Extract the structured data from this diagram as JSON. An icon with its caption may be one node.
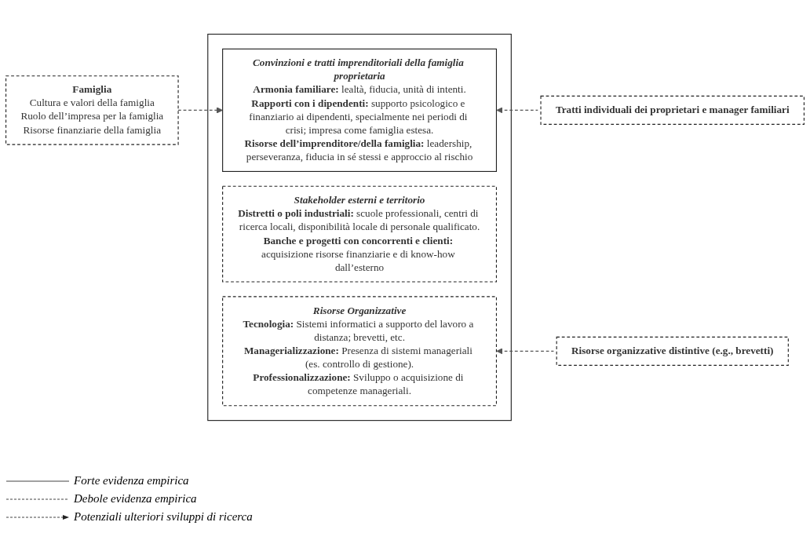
{
  "diagram": {
    "nodes": [
      {
        "text": [
          "Famiglia",
          "Cultura e valori della famiglia",
          "Ruolo dell’impresa per la famiglia",
          "Risorse finanziarie della famiglia"
        ]
      },
      {
        "text": [],
        "shape": "box"
      },
      {
        "text": [
          "Convinzioni e tratti imprenditoriali della famiglia proprietaria",
          "**Armonia familiare:** lealtà, fiducia, unità di intenti.",
          "**Rapporti con i dipendenti:** supporto psicologico e finanziario ai dipendenti, specialmente nei periodi di crisi; impresa come famiglia estesa.",
          "**Risorse dell’imprenditore/della famiglia:** leadership, perseveranza, fiducia in sé stessi e approccio al rischio"
        ],
        "in": 1
      },
      {
        "text": [
          "Stakeholder esterni e territorio",
          "**Distretti o poli industriali:** scuole professionali, centri di ricerca locali, disponibilità locale di personale qualificato.",
          "**Banche e progetti con concorrenti e clienti:** acquisizione risorse finanziarie e di know-how dall’esterno"
        ],
        "in": 1
      },
      {
        "text": [
          "Risorse Organizzative",
          "**Tecnologia:** Sistemi informatici a supporto del lavoro a distanza; brevetti, etc.",
          "**Managerializzazione:** Presenza di sistemi manageriali (es. controllo di gestione).",
          "**Professionalizzazione:** Sviluppo o acquisizione di competenze manageriali."
        ],
        "in": 1
      },
      {
        "text": [
          "Tratti individuali dei proprietari e manager familiari"
        ]
      },
      {
        "text": [
          "Risorse organizzative distintive (e.g., brevetti)"
        ]
      }
    ],
    "edges": [
      {
        "from": 0,
        "to": 2,
        "arrow": "to",
        "style": "dashed"
      },
      {
        "from": 5,
        "to": 2,
        "arrow": "to",
        "style": "dashed"
      },
      {
        "from": 6,
        "to": 4,
        "arrow": "to",
        "style": "dashed"
      }
    ],
    "legend": [
      {
        "text": "Forte evidenza empirica"
      },
      {
        "text": "Debole evidenza empirica"
      },
      {
        "text": "Potenziali ulteriori sviluppi di ricerca"
      }
    ]
  }
}
